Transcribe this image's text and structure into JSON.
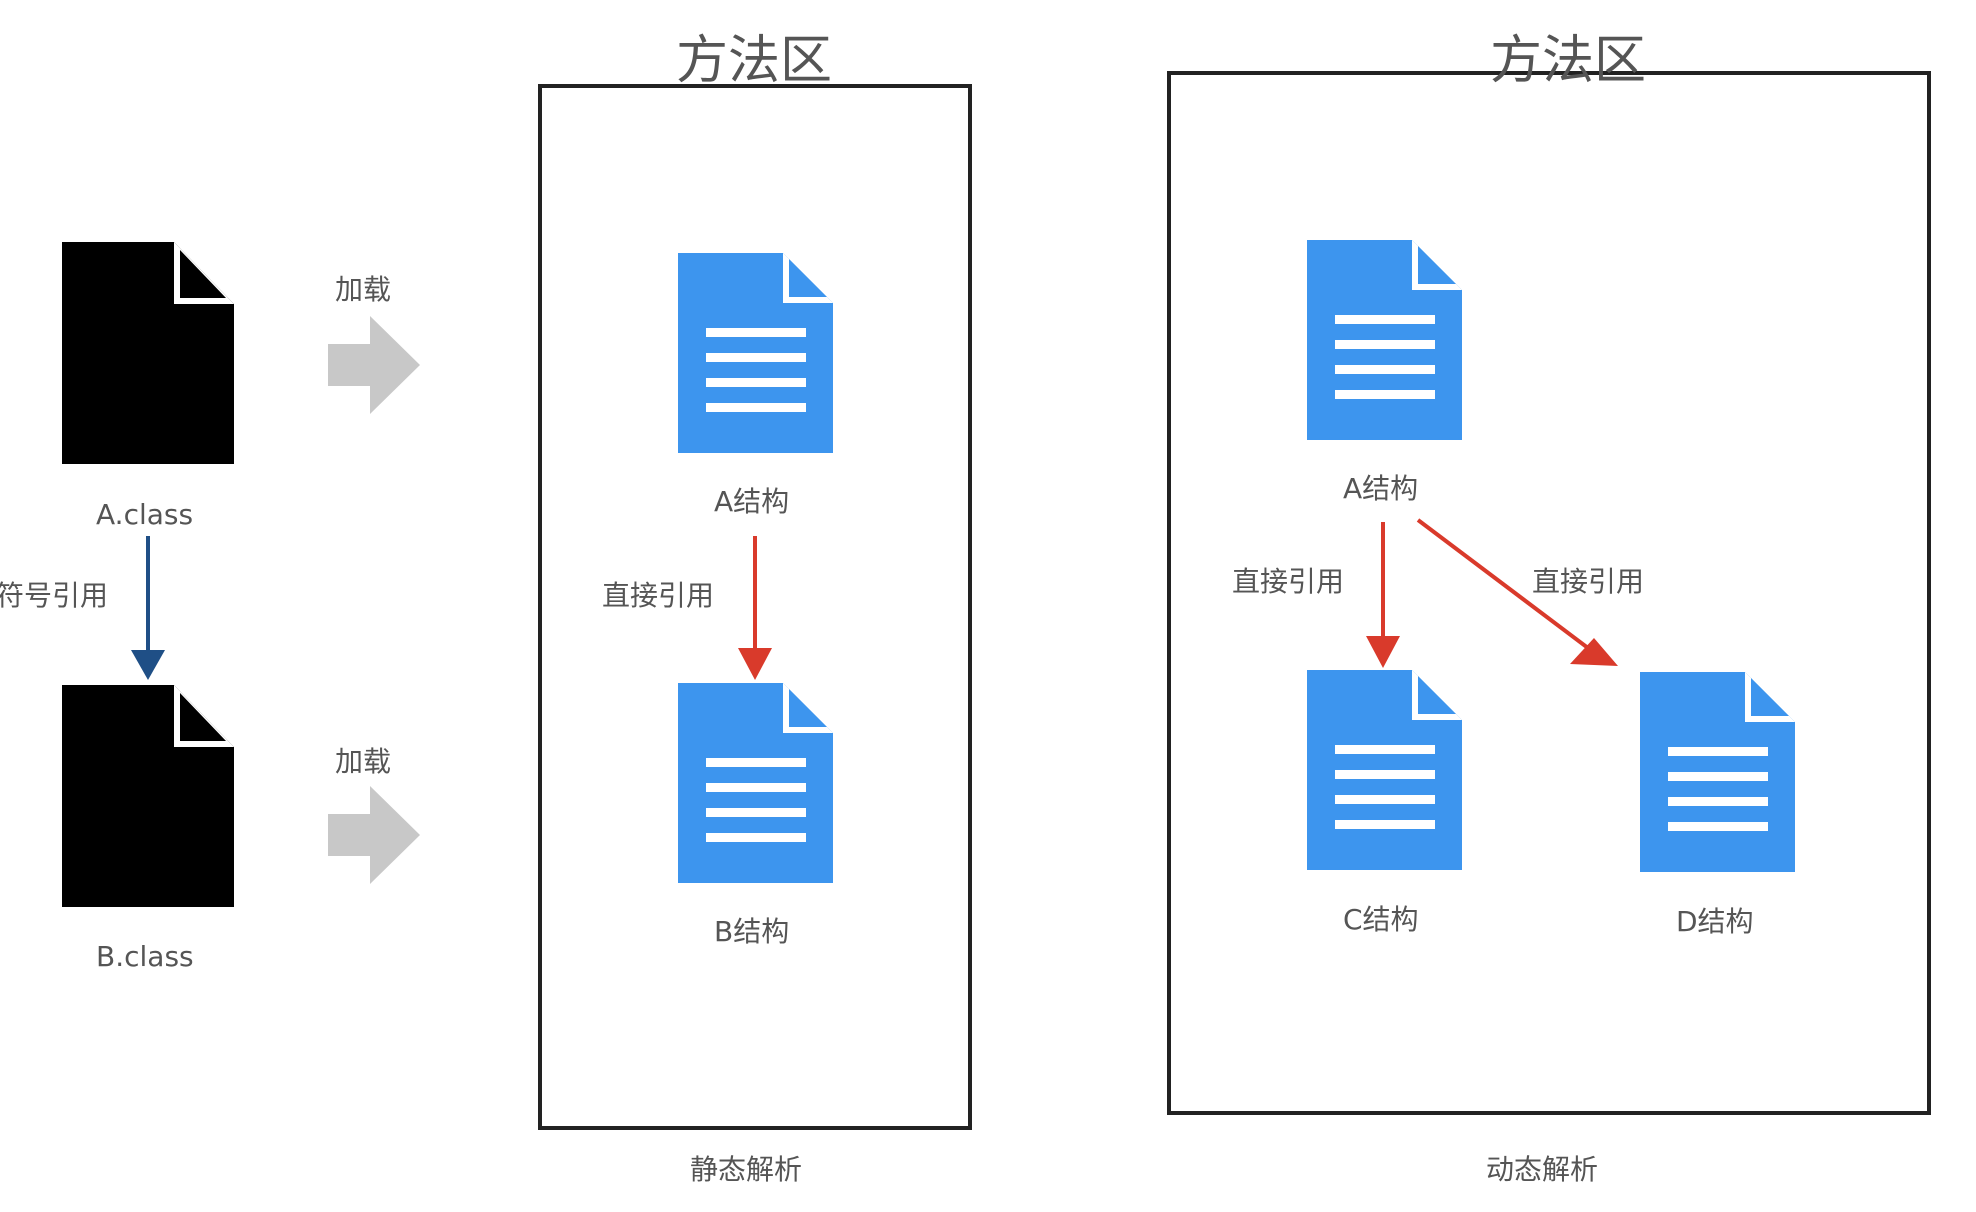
{
  "left_files": {
    "a_label": "A.class",
    "b_label": "B.class",
    "ref_label": "符号引用",
    "load_label_1": "加载",
    "load_label_2": "加载"
  },
  "static_panel": {
    "title": "方法区",
    "a_label": "A结构",
    "b_label": "B结构",
    "ref_label": "直接引用",
    "caption": "静态解析"
  },
  "dynamic_panel": {
    "title": "方法区",
    "a_label": "A结构",
    "c_label": "C结构",
    "d_label": "D结构",
    "ref_label_1": "直接引用",
    "ref_label_2": "直接引用",
    "caption": "动态解析"
  },
  "colors": {
    "doc_blue": "#3d95ee",
    "class_file": "#000000",
    "symbolic_arrow": "#1f4f86",
    "direct_arrow": "#d93a2b",
    "load_arrow": "#c8c8c8",
    "frame": "#222222"
  }
}
